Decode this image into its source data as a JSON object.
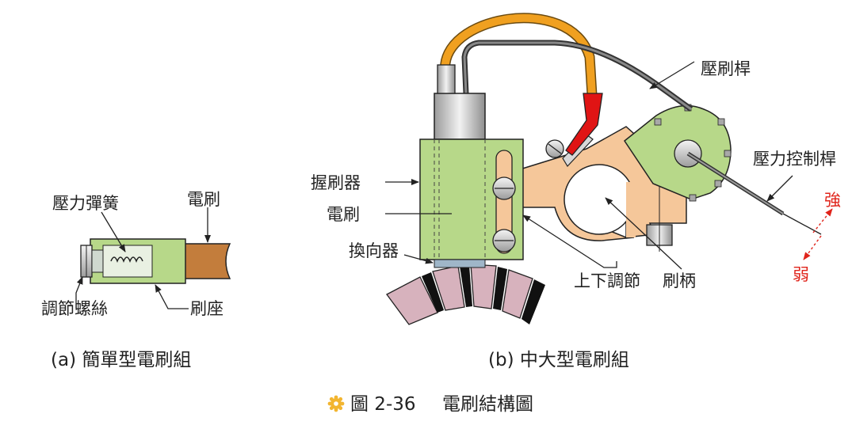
{
  "figure": {
    "caption_label": "圖 2-36",
    "caption_title": "電刷結構圖",
    "icon": "gear-flower-icon",
    "accent": "#f2b530"
  },
  "panel_a": {
    "caption": "(a) 簡單型電刷組",
    "labels": {
      "spring": "壓力彈簧",
      "brush": "電刷",
      "screw": "調節螺絲",
      "holder": "刷座"
    }
  },
  "panel_b": {
    "caption": "(b) 中大型電刷組",
    "labels": {
      "lever": "壓刷桿",
      "control_rod": "壓力控制桿",
      "holder": "握刷器",
      "brush": "電刷",
      "commutator": "換向器",
      "adjust": "上下調節",
      "handle": "刷柄",
      "strong": "強",
      "weak": "弱"
    }
  },
  "colors": {
    "holder_green": "#b7d889",
    "brush_brown": "#c37d3c",
    "arm_tan": "#f5c79a",
    "cable_orange": "#f0a020",
    "red_clip": "#e01414",
    "commutator_pink": "#d7b2bd",
    "arrow_red": "#e0241b"
  }
}
